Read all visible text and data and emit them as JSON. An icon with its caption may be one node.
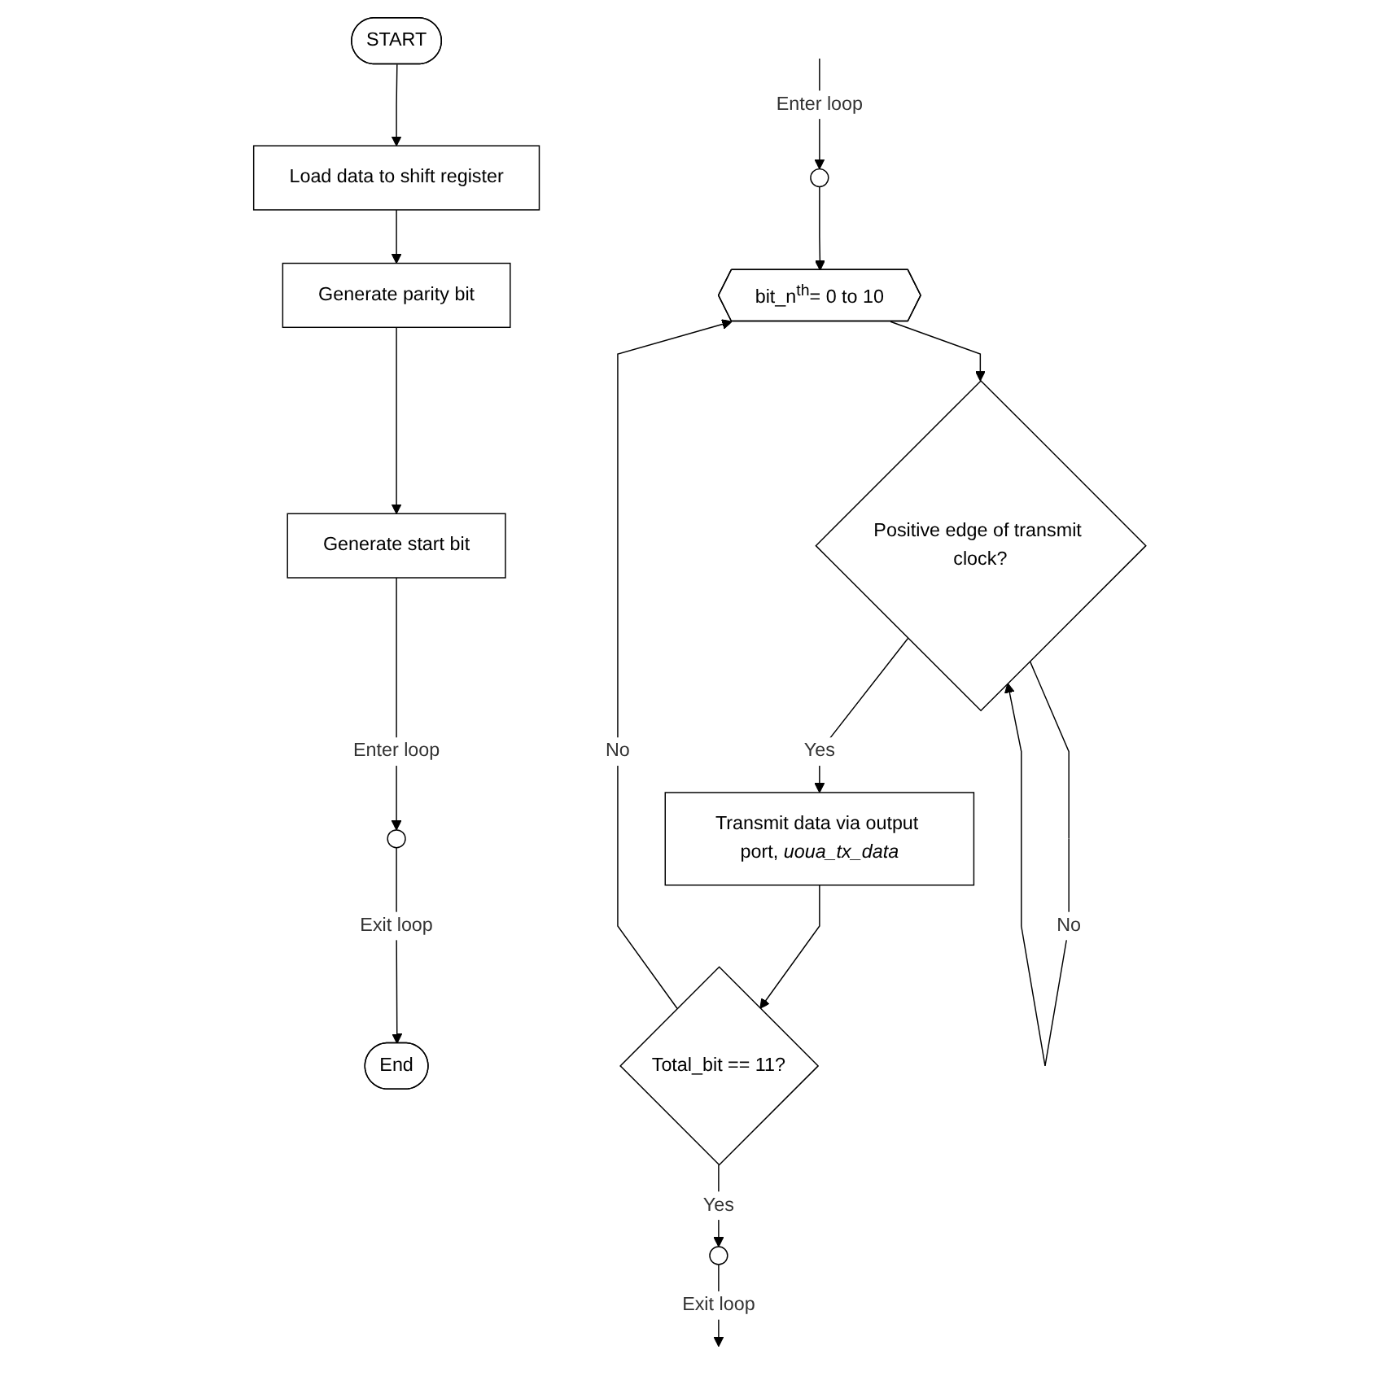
{
  "diagram": {
    "nodes": [
      {
        "text": [
          "START"
        ]
      },
      {
        "text": [
          "Load data to shift register"
        ]
      },
      {
        "text": [
          "Generate parity bit"
        ]
      },
      {
        "text": [
          "Generate start bit"
        ]
      },
      {
        "text": [],
        "shape": "circle"
      },
      {
        "text": [
          "End"
        ]
      },
      {
        "text": [],
        "shape": "circle"
      },
      {
        "text": [
          "bit_n$^{th}$= 0 to 10"
        ]
      },
      {
        "text": [
          "Positive edge of transmit clock?"
        ]
      },
      {
        "text": [
          "Transmit data via output port, *uoua_tx_data*"
        ]
      },
      {
        "text": [
          "Total_bit == 11?"
        ]
      },
      {
        "text": [],
        "shape": "circle"
      }
    ],
    "edges": [
      {
        "from": 0,
        "to": 1,
        "arrow": "to"
      },
      {
        "from": 1,
        "to": 2,
        "arrow": "to"
      },
      {
        "from": 2,
        "to": 3,
        "arrow": "to"
      },
      {
        "from": 3,
        "to": 4,
        "arrow": "to",
        "label": "Enter loop"
      },
      {
        "from": 4,
        "to": 5,
        "arrow": "to",
        "label": "Exit loop"
      },
      {
        "from": null,
        "to": 6,
        "arrow": "to",
        "label": "Enter loop"
      },
      {
        "from": 6,
        "to": 7,
        "arrow": "to"
      },
      {
        "from": 7,
        "to": 8,
        "arrow": "to"
      },
      {
        "from": 8,
        "to": 8,
        "arrow": "to",
        "label": "No"
      },
      {
        "from": 8,
        "to": 9,
        "arrow": "to",
        "label": "Yes"
      },
      {
        "from": 9,
        "to": 10,
        "arrow": "to"
      },
      {
        "from": 10,
        "to": 7,
        "arrow": "to",
        "label": "No"
      },
      {
        "from": 10,
        "to": 11,
        "arrow": "to",
        "label": "Yes"
      },
      {
        "from": 11,
        "to": null,
        "arrow": "to",
        "label": "Exit loop"
      }
    ]
  }
}
